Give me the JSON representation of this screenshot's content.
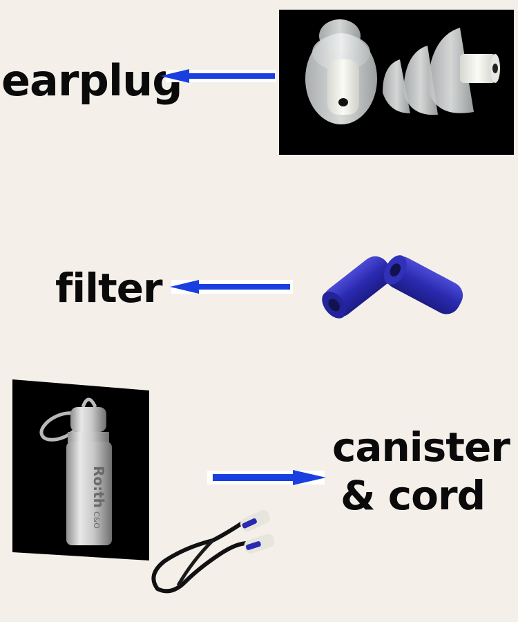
{
  "labels": {
    "earplug": "earplug",
    "filter": "filter",
    "canister_line1": "canister",
    "canister_line2": "& cord"
  },
  "canister_brand": {
    "name": "Ro:th",
    "sub": "C&O"
  },
  "colors": {
    "background": "#f5efea",
    "arrow": "#1a3fe0",
    "label": "#0a0a0a",
    "filter_blue": "#2d2db8",
    "photo_bg": "#000000"
  },
  "icons": [
    "arrow-left-icon",
    "arrow-left-icon",
    "arrow-right-icon"
  ]
}
